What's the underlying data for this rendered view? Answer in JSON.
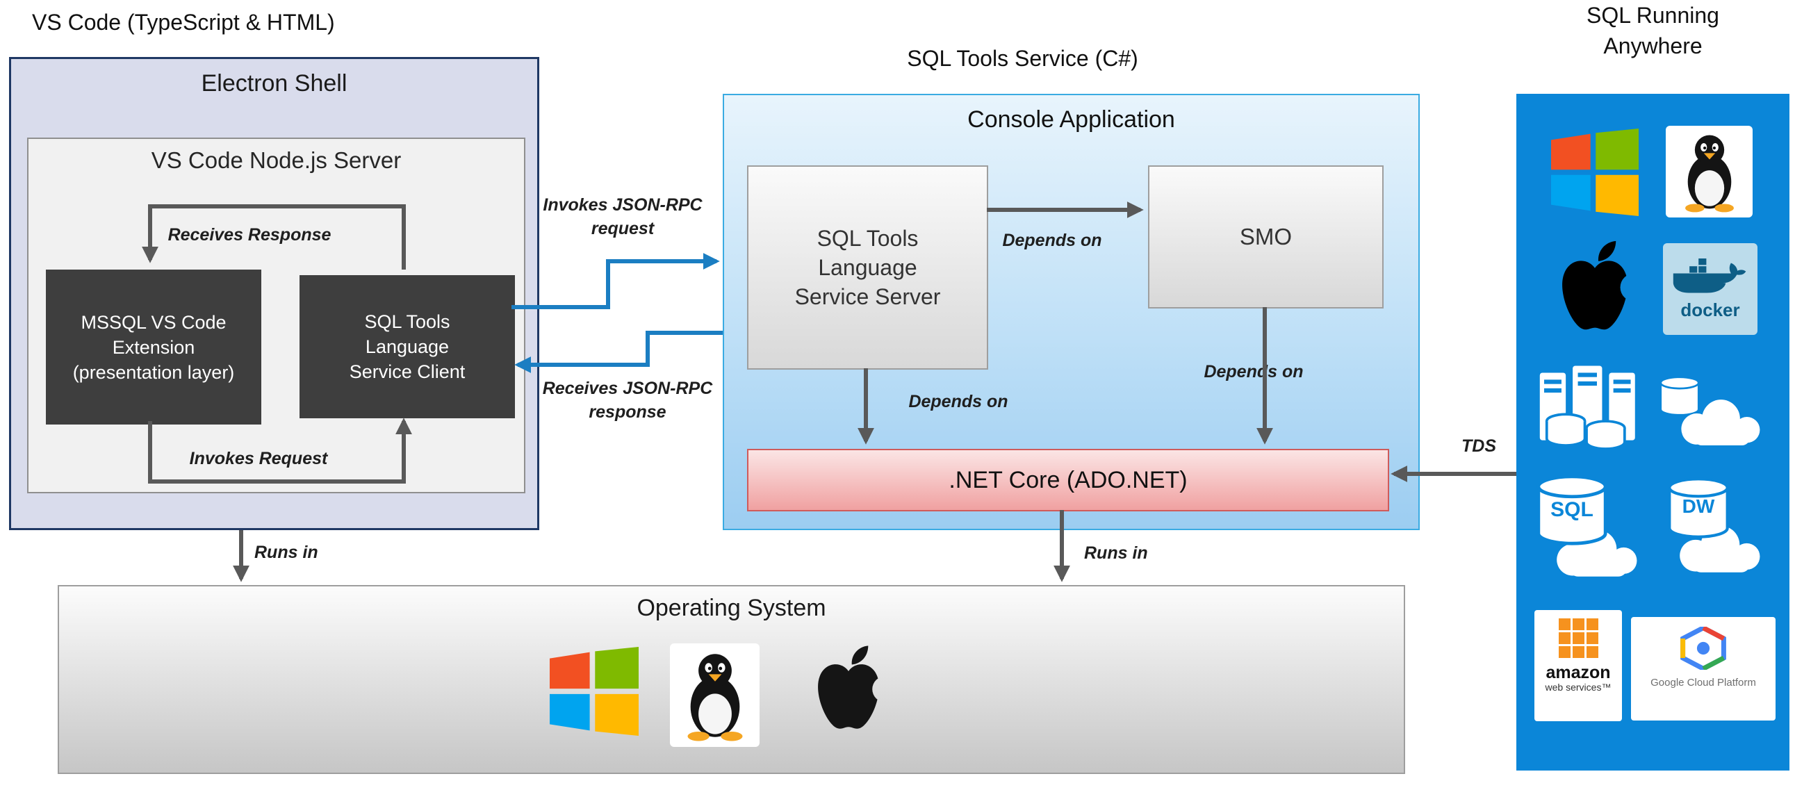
{
  "titles": {
    "vscode": "VS Code (TypeScript & HTML)",
    "sqltools": "SQL Tools Service (C#)",
    "anywhere_line1": "SQL Running",
    "anywhere_line2": "Anywhere"
  },
  "electron": {
    "title": "Electron Shell",
    "node_title": "VS Code Node.js Server",
    "mssql_extension": "MSSQL VS Code Extension (presentation layer)",
    "service_client": "SQL Tools Language Service Client",
    "receives_response": "Receives Response",
    "invokes_request": "Invokes Request"
  },
  "console": {
    "title": "Console Application",
    "service_server": "SQL Tools Language Service Server",
    "smo": "SMO",
    "net_core": ".NET Core (ADO.NET)"
  },
  "labels": {
    "invokes_jsonrpc": "Invokes JSON-RPC request",
    "receives_jsonrpc": "Receives JSON-RPC response",
    "depends_on": "Depends on",
    "runs_in": "Runs in",
    "tds": "TDS"
  },
  "os": {
    "title": "Operating System"
  },
  "azure": {
    "docker_label": "docker",
    "sql_label": "SQL",
    "dw_label": "DW",
    "aws_line1": "amazon",
    "aws_line2": "web services™",
    "gcp_label": "Google Cloud Platform"
  },
  "icons": {
    "os": [
      "windows-icon",
      "linux-tux-icon",
      "apple-icon"
    ],
    "azure": [
      "windows-icon",
      "linux-tux-icon",
      "apple-icon",
      "docker-icon",
      "server-stack-icon",
      "cloud-database-icon",
      "sql-database-cloud-icon",
      "dw-database-cloud-icon",
      "aws-logo",
      "gcp-logo"
    ]
  },
  "colors": {
    "electron_bg": "#d9dcec",
    "electron_border": "#1f3864",
    "console_border": "#3aabe2",
    "netcore_border": "#cf5b5b",
    "azure_blue": "#0b86d8",
    "dark_box": "#3e3e3e",
    "arrow_gray": "#595959",
    "arrow_blue": "#1b7ec2"
  }
}
